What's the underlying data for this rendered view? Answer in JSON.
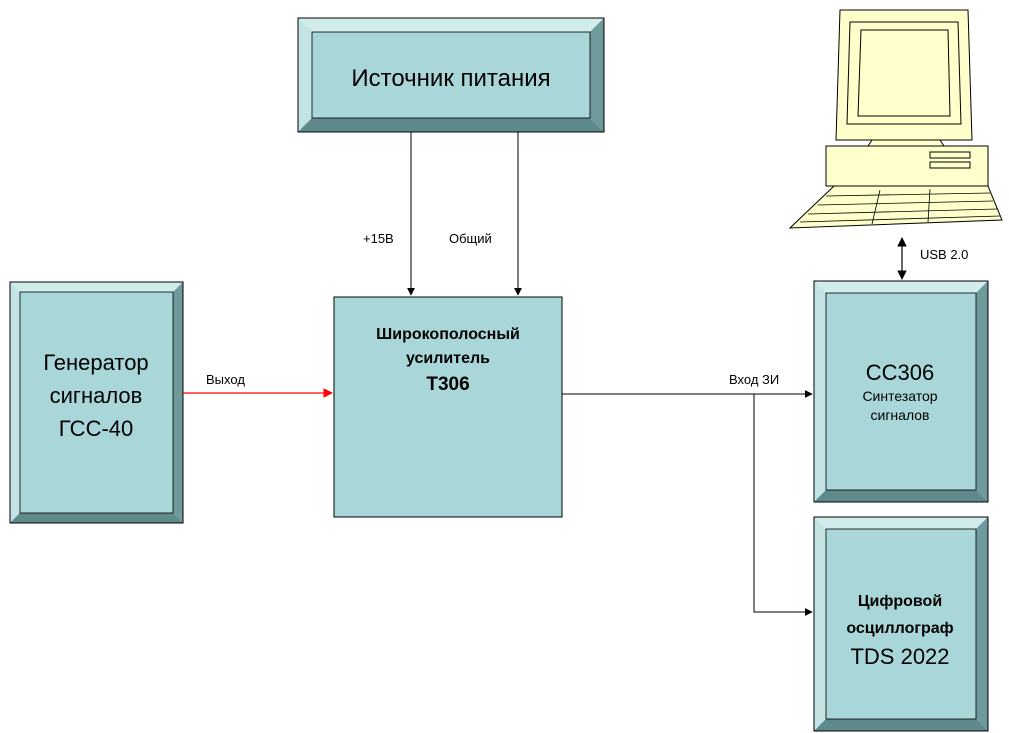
{
  "blocks": {
    "power_supply": {
      "label": "Источник питания"
    },
    "generator": {
      "line1": "Генератор",
      "line2": "сигналов",
      "line3": "ГСС-40"
    },
    "amplifier": {
      "line1": "Широкополосный",
      "line2": "усилитель",
      "line3": "Т306"
    },
    "synthesizer": {
      "line1": "СС306",
      "line2": "Синтезатор",
      "line3": "сигналов"
    },
    "oscilloscope": {
      "line1": "Цифровой",
      "line2": "осциллограф",
      "line3": "TDS 2022"
    }
  },
  "connections": {
    "plus15v": "+15В",
    "common": "Общий",
    "output": "Выход",
    "input_zi": "Вход ЗИ",
    "usb": "USB 2.0"
  },
  "colors": {
    "block_fill": "#a8d8d8",
    "block_face": "#a9d6d9",
    "bevel_light": "#d2ecec",
    "bevel_dark": "#6f9a9b",
    "red_wire": "#ff0000",
    "computer_fill": "#ffffcc"
  }
}
